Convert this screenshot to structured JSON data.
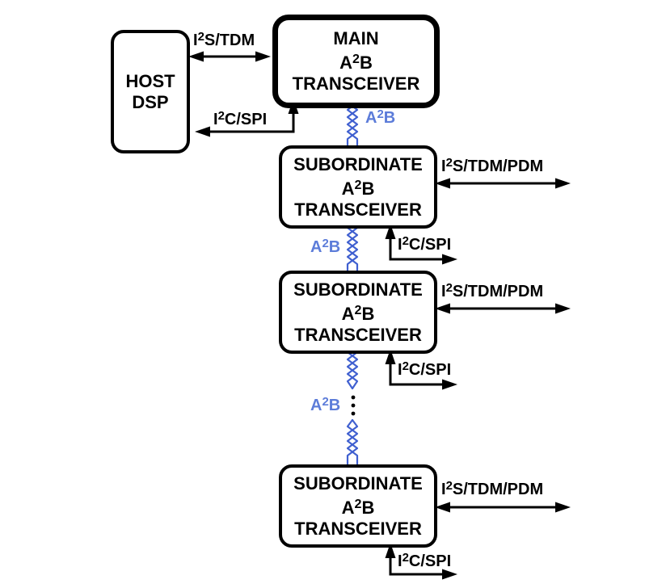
{
  "colors": {
    "background": "#FFFFFF",
    "line_black": "#000000",
    "bus_wire_blue": "#4060D0",
    "bus_label_blue": "#5C7CD9"
  },
  "blocks": {
    "host_dsp": {
      "line1": "HOST",
      "line2": "DSP"
    },
    "main": {
      "line1": "MAIN",
      "chip": {
        "pre": "A",
        "sup": "2",
        "post": "B"
      },
      "line3": "TRANSCEIVER"
    },
    "subordinate": {
      "line1": "SUBORDINATE",
      "chip": {
        "pre": "A",
        "sup": "2",
        "post": "B"
      },
      "line3": "TRANSCEIVER"
    }
  },
  "labels": {
    "i2s_tdm": {
      "pre": "I",
      "sup": "2",
      "post": "S/TDM"
    },
    "i2c_spi": {
      "pre": "I",
      "sup": "2",
      "post": "C/SPI"
    },
    "i2s_tdm_pdm": {
      "pre": "I",
      "sup": "2",
      "post": "S/TDM/PDM"
    },
    "a2b_bus": {
      "pre": "A",
      "sup": "2",
      "post": "B"
    }
  },
  "connections": [
    {
      "from": "HOST DSP",
      "to": "MAIN A2B TRANSCEIVER",
      "label": "I2S/TDM",
      "type": "bidirectional-arrow"
    },
    {
      "from": "MAIN A2B TRANSCEIVER",
      "to": "HOST DSP",
      "label": "I2C/SPI",
      "type": "bidirectional-elbow-arrow"
    },
    {
      "from": "MAIN A2B TRANSCEIVER",
      "to": "SUBORDINATE A2B TRANSCEIVER 1",
      "label": "A2B",
      "type": "twisted-pair-bus"
    },
    {
      "from": "SUBORDINATE A2B TRANSCEIVER 1",
      "to": "external",
      "label": "I2S/TDM/PDM",
      "type": "bidirectional-arrow"
    },
    {
      "from": "SUBORDINATE A2B TRANSCEIVER 1",
      "to": "external",
      "label": "I2C/SPI",
      "type": "bidirectional-elbow-arrow"
    },
    {
      "from": "SUBORDINATE A2B TRANSCEIVER 1",
      "to": "SUBORDINATE A2B TRANSCEIVER 2",
      "label": "A2B",
      "type": "twisted-pair-bus"
    },
    {
      "from": "SUBORDINATE A2B TRANSCEIVER 2",
      "to": "external",
      "label": "I2S/TDM/PDM",
      "type": "bidirectional-arrow"
    },
    {
      "from": "SUBORDINATE A2B TRANSCEIVER 2",
      "to": "external",
      "label": "I2C/SPI",
      "type": "bidirectional-elbow-arrow"
    },
    {
      "from": "SUBORDINATE A2B TRANSCEIVER 2",
      "to": "SUBORDINATE A2B TRANSCEIVER N",
      "label": "A2B",
      "type": "twisted-pair-bus-with-ellipsis"
    },
    {
      "from": "SUBORDINATE A2B TRANSCEIVER N",
      "to": "external",
      "label": "I2S/TDM/PDM",
      "type": "bidirectional-arrow"
    },
    {
      "from": "SUBORDINATE A2B TRANSCEIVER N",
      "to": "external",
      "label": "I2C/SPI",
      "type": "bidirectional-elbow-arrow"
    }
  ]
}
